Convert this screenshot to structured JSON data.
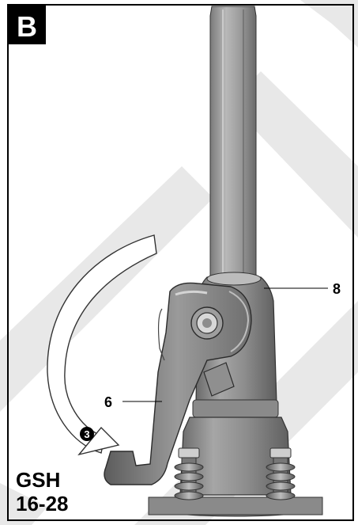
{
  "figure": {
    "badge": "B",
    "model_line1": "GSH",
    "model_line2": "16-28",
    "step_marker": "3"
  },
  "callouts": [
    {
      "id": "8",
      "text": "8"
    },
    {
      "id": "6",
      "text": "6"
    }
  ],
  "colors": {
    "frame": "#000000",
    "metal_dark": "#6b6b6b",
    "metal_mid": "#9a9a9a",
    "metal_light": "#c9c9c9",
    "watermark": "#d9d9d9"
  }
}
